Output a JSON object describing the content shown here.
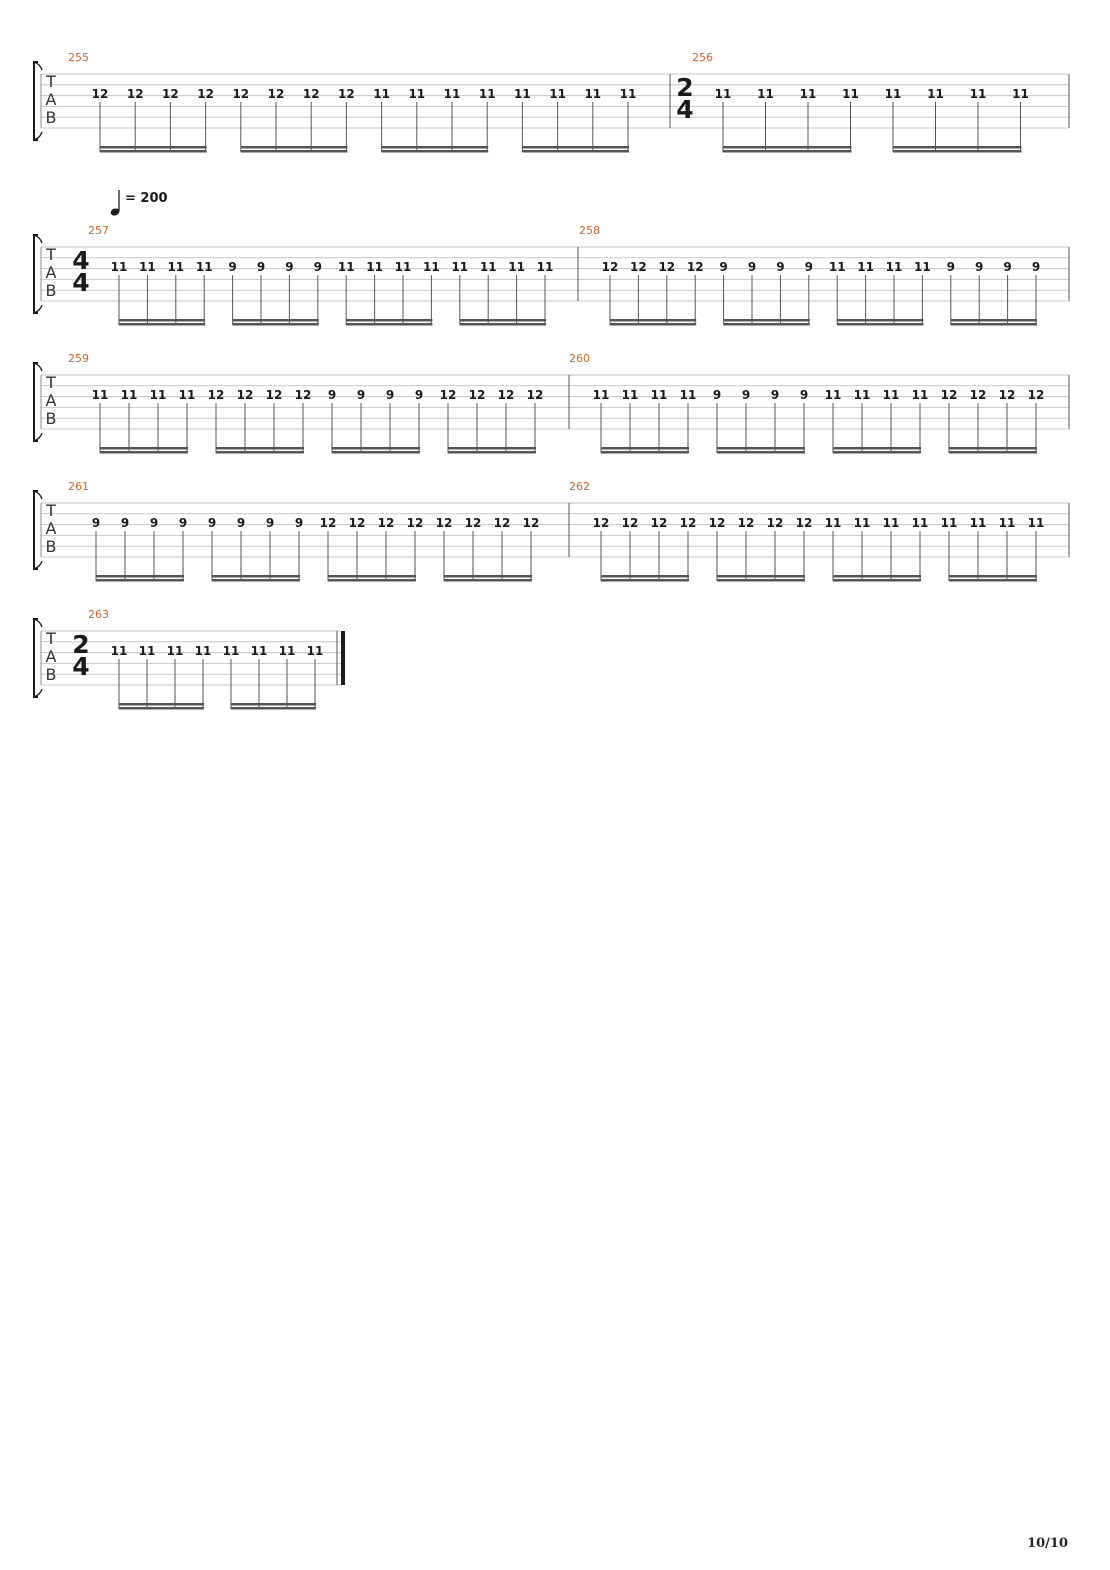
{
  "page": {
    "page_number": "10/10"
  },
  "tab_label": [
    "T",
    "A",
    "B"
  ],
  "tempo": {
    "bpm_text": "= 200"
  },
  "systems": [
    {
      "measures": [
        {
          "number": "255",
          "notes": [
            "12",
            "12",
            "12",
            "12",
            "12",
            "12",
            "12",
            "12",
            "11",
            "11",
            "11",
            "11",
            "11",
            "11",
            "11",
            "11"
          ]
        },
        {
          "number": "256",
          "time_signature": [
            "2",
            "4"
          ],
          "notes": [
            "11",
            "11",
            "11",
            "11",
            "11",
            "11",
            "11",
            "11"
          ]
        }
      ]
    },
    {
      "measures": [
        {
          "number": "257",
          "time_signature": [
            "4",
            "4"
          ],
          "notes": [
            "11",
            "11",
            "11",
            "11",
            "9",
            "9",
            "9",
            "9",
            "11",
            "11",
            "11",
            "11",
            "11",
            "11",
            "11",
            "11"
          ]
        },
        {
          "number": "258",
          "notes": [
            "12",
            "12",
            "12",
            "12",
            "9",
            "9",
            "9",
            "9",
            "11",
            "11",
            "11",
            "11",
            "9",
            "9",
            "9",
            "9"
          ]
        }
      ]
    },
    {
      "measures": [
        {
          "number": "259",
          "notes": [
            "11",
            "11",
            "11",
            "11",
            "12",
            "12",
            "12",
            "12",
            "9",
            "9",
            "9",
            "9",
            "12",
            "12",
            "12",
            "12"
          ]
        },
        {
          "number": "260",
          "notes": [
            "11",
            "11",
            "11",
            "11",
            "9",
            "9",
            "9",
            "9",
            "11",
            "11",
            "11",
            "11",
            "12",
            "12",
            "12",
            "12"
          ]
        }
      ]
    },
    {
      "measures": [
        {
          "number": "261",
          "notes": [
            "9",
            "9",
            "9",
            "9",
            "9",
            "9",
            "9",
            "9",
            "12",
            "12",
            "12",
            "12",
            "12",
            "12",
            "12",
            "12"
          ]
        },
        {
          "number": "262",
          "notes": [
            "12",
            "12",
            "12",
            "12",
            "12",
            "12",
            "12",
            "12",
            "11",
            "11",
            "11",
            "11",
            "11",
            "11",
            "11",
            "11"
          ]
        }
      ]
    },
    {
      "measures": [
        {
          "number": "263",
          "time_signature": [
            "2",
            "4"
          ],
          "notes": [
            "11",
            "11",
            "11",
            "11",
            "11",
            "11",
            "11",
            "11"
          ]
        }
      ]
    }
  ]
}
